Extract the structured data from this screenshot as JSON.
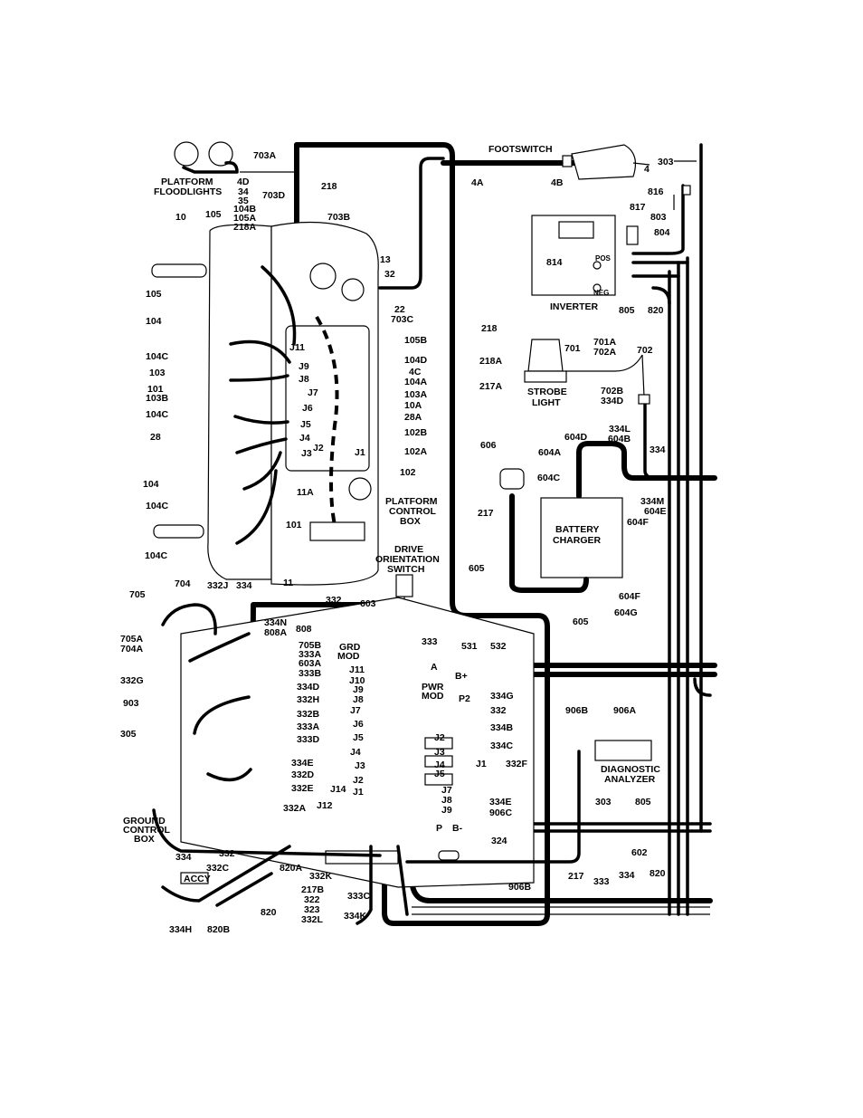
{
  "labels": {
    "platform_floodlights": [
      "PLATFORM",
      "FLOODLIGHTS"
    ],
    "footswitch": "FOOTSWITCH",
    "inverter": "INVERTER",
    "strobe_light": [
      "STROBE",
      "LIGHT"
    ],
    "battery_charger": [
      "BATTERY",
      "CHARGER"
    ],
    "platform_control_box": [
      "PLATFORM",
      "CONTROL",
      "BOX"
    ],
    "drive_orientation_switch": [
      "DRIVE",
      "ORIENTATION",
      "SWITCH"
    ],
    "grd_mod": [
      "GRD",
      "MOD"
    ],
    "pwr_mod": [
      "PWR",
      "MOD"
    ],
    "diagnostic_analyzer": [
      "DIAGNOSTIC",
      "ANALYZER"
    ],
    "ground_control_box": [
      "GROUND",
      "CONTROL",
      "BOX"
    ],
    "accy": "ACCY",
    "pos": "POS",
    "neg": "NEG"
  },
  "wires": {
    "w703A": "703A",
    "w4D": "4D",
    "w34": "34",
    "w35": "35",
    "w104B": "104B",
    "w105A": "105A",
    "w218A": "218A",
    "w10": "10",
    "w105": "105",
    "w703D": "703D",
    "w218": "218",
    "w703B": "703B",
    "w13": "13",
    "w32": "32",
    "w22": "22",
    "w703C": "703C",
    "w105L": "105",
    "w104L": "104",
    "w104C1": "104C",
    "w103": "103",
    "w101": "101",
    "w103B": "103B",
    "w104C2": "104C",
    "w28": "28",
    "w104L2": "104",
    "w104C3": "104C",
    "w104C4": "104C",
    "wJ11": "J11",
    "wJ9": "J9",
    "wJ8": "J8",
    "wJ7": "J7",
    "wJ6": "J6",
    "wJ5": "J5",
    "wJ4": "J4",
    "wJ3": "J3",
    "wJ2": "J2",
    "wJ1": "J1",
    "w105B": "105B",
    "w104D": "104D",
    "w4C": "4C",
    "w104A": "104A",
    "w103A": "103A",
    "w10A": "10A",
    "w28A": "28A",
    "w102B": "102B",
    "w102A": "102A",
    "w102": "102",
    "w11A": "11A",
    "w101b": "101",
    "w11": "11",
    "w4": "4",
    "w4A": "4A",
    "w4B": "4B",
    "w303": "303",
    "w816": "816",
    "w817": "817",
    "w803": "803",
    "w804": "804",
    "w814": "814",
    "w805": "805",
    "w820": "820",
    "w218b": "218",
    "w218A2": "218A",
    "w217A": "217A",
    "w701": "701",
    "w701A": "701A",
    "w702A": "702A",
    "w702": "702",
    "w702B": "702B",
    "w334D": "334D",
    "w606": "606",
    "w604D": "604D",
    "w604A": "604A",
    "w604C": "604C",
    "w334L": "334L",
    "w604B": "604B",
    "w334": "334",
    "w334M": "334M",
    "w604E": "604E",
    "w604F": "604F",
    "w217": "217",
    "w605": "605",
    "w604F2": "604F",
    "w6052": "605",
    "w604G": "604G",
    "w603": "603",
    "w705": "705",
    "w704": "704",
    "w332J": "332J",
    "w334b": "334",
    "w332": "332",
    "w334N": "334N",
    "w808A": "808A",
    "w808": "808",
    "w705B": "705B",
    "w333A": "333A",
    "w603A": "603A",
    "w333B": "333B",
    "w334Db": "334D",
    "w332H": "332H",
    "w332B": "332B",
    "w333Ab": "333A",
    "w333D": "333D",
    "w334E": "334E",
    "w332D": "332D",
    "w332E": "332E",
    "w332A": "332A",
    "w705A": "705A",
    "w704A": "704A",
    "w332G": "332G",
    "w903": "903",
    "w305": "305",
    "w333": "333",
    "w531": "531",
    "w532": "532",
    "w334G": "334G",
    "w332b": "332",
    "w334B": "334B",
    "w334C": "334C",
    "w332F": "332F",
    "w334Eb": "334E",
    "w906C": "906C",
    "w324": "324",
    "w906B": "906B",
    "w906A": "906A",
    "w303b": "303",
    "w805b": "805",
    "w602": "602",
    "w820b": "820",
    "w217b": "217",
    "w333b": "333",
    "w334c": "334",
    "w906Bb": "906B",
    "w332K": "332K",
    "w217B": "217B",
    "w322": "322",
    "w323": "323",
    "w332L": "332L",
    "w333C": "333C",
    "w334K": "334K",
    "w820A": "820A",
    "w332C": "332C",
    "w334d": "334",
    "w332c": "332",
    "w334H": "334H",
    "w820B": "820B",
    "w820c": "820",
    "wJ10": "J10",
    "wJ14": "J14",
    "wJ12": "J12",
    "wP2": "P2",
    "wP": "P",
    "wA": "A",
    "wBplus": "B+",
    "wBminus": "B-",
    "mJ2": "J2",
    "mJ3": "J3",
    "mJ4": "J4",
    "mJ5": "J5",
    "mJ1": "J1",
    "mJ7": "J7",
    "mJ8": "J8",
    "mJ9": "J9",
    "gJ9": "J9",
    "gJ8": "J8",
    "gJ7": "J7",
    "gJ6": "J6",
    "gJ5": "J5",
    "gJ4": "J4",
    "gJ3": "J3",
    "gJ2": "J2",
    "gJ1": "J1",
    "gJ11": "J11"
  }
}
